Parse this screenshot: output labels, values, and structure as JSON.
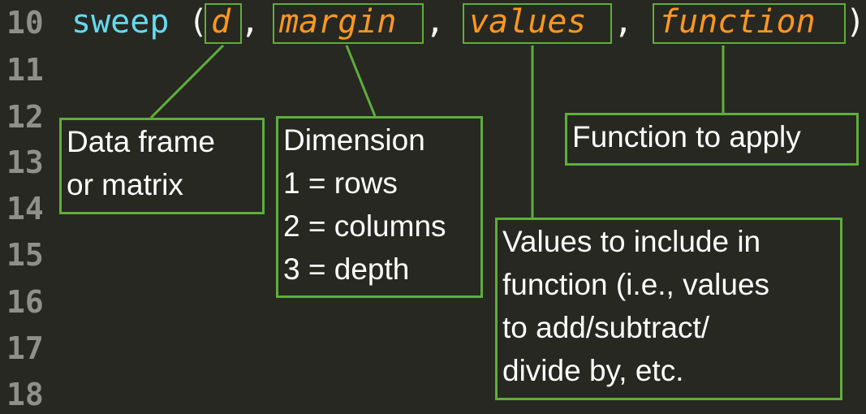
{
  "line_numbers": [
    "10",
    "11",
    "12",
    "13",
    "14",
    "15",
    "16",
    "17",
    "18"
  ],
  "code": {
    "function_name": "sweep",
    "open_paren": "(",
    "close_paren": ")",
    "separator": ",",
    "args": [
      "d",
      "margin",
      "values",
      "function"
    ]
  },
  "annotations": {
    "d": "Data frame\nor matrix",
    "margin": "Dimension\n1 = rows\n2 = columns\n3 = depth",
    "values": "Values to include in\nfunction (i.e., values\nto add/subtract/\ndivide by, etc.",
    "function": "Function to apply"
  },
  "colors": {
    "background": "#272822",
    "function_name": "#66d9ef",
    "argument": "#fd971f",
    "highlight_border": "#5fae3a",
    "line_number": "#8f908a",
    "annotation_text": "#ffffff"
  }
}
